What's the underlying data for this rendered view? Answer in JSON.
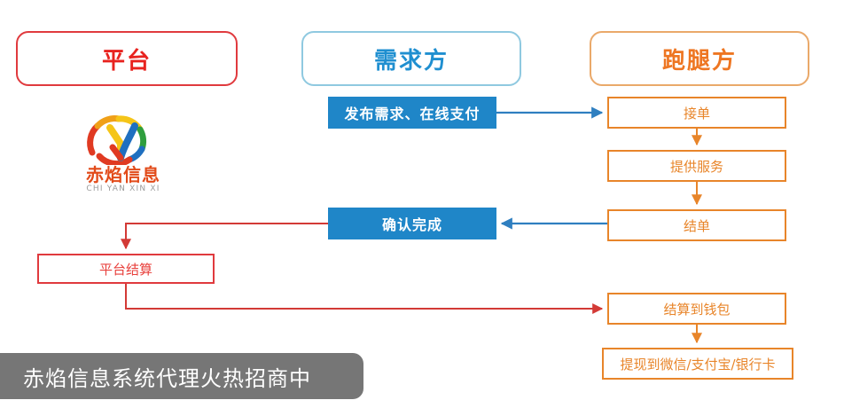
{
  "diagram": {
    "title_columns": [
      {
        "id": "platform",
        "label": "平台",
        "color": "#e8231f",
        "border": "#e03a3e"
      },
      {
        "id": "demand",
        "label": "需求方",
        "color": "#1f8fd0",
        "border": "#8fc9e0"
      },
      {
        "id": "runner",
        "label": "跑腿方",
        "color": "#ee7622",
        "border": "#eaa96a"
      }
    ],
    "nodes": {
      "publish": {
        "label": "发布需求、在线支付",
        "style": "blue-filled",
        "column": "demand"
      },
      "confirm": {
        "label": "确认完成",
        "style": "blue-filled",
        "column": "demand"
      },
      "accept": {
        "label": "接单",
        "style": "orange-outline",
        "column": "runner"
      },
      "service": {
        "label": "提供服务",
        "style": "orange-outline",
        "column": "runner"
      },
      "settle_order": {
        "label": "结单",
        "style": "orange-outline",
        "column": "runner"
      },
      "wallet": {
        "label": "结算到钱包",
        "style": "orange-outline",
        "column": "runner"
      },
      "withdraw": {
        "label": "提现到微信/支付宝/银行卡",
        "style": "orange-outline",
        "column": "runner"
      },
      "platform_settle": {
        "label": "平台结算",
        "style": "red-outline",
        "column": "platform"
      }
    },
    "edges": [
      {
        "from": "publish",
        "to": "accept",
        "color": "#2f7fc0",
        "direction": "right"
      },
      {
        "from": "accept",
        "to": "service",
        "color": "#e8852a",
        "direction": "down"
      },
      {
        "from": "service",
        "to": "settle_order",
        "color": "#e8852a",
        "direction": "down"
      },
      {
        "from": "settle_order",
        "to": "confirm",
        "color": "#2f7fc0",
        "direction": "left"
      },
      {
        "from": "confirm",
        "to": "platform_settle",
        "color": "#d33a36",
        "direction": "left-down"
      },
      {
        "from": "platform_settle",
        "to": "wallet",
        "color": "#d33a36",
        "direction": "down-right"
      },
      {
        "from": "wallet",
        "to": "withdraw",
        "color": "#e8852a",
        "direction": "down"
      }
    ],
    "colors": {
      "red": "#e03a3e",
      "orange": "#e8852a",
      "blue_fill": "#1f86c8",
      "blue_line": "#2f7fc0",
      "banner_gray": "#767676"
    }
  },
  "logo": {
    "name_cn": "赤焰信息",
    "name_en": "CHI YAN XIN XI",
    "cn_color": "#e24b1a",
    "en_color": "#9b9b9b"
  },
  "banner": {
    "text": "赤焰信息系统代理火热招商中",
    "background": "#767676",
    "text_color": "#ffffff"
  }
}
